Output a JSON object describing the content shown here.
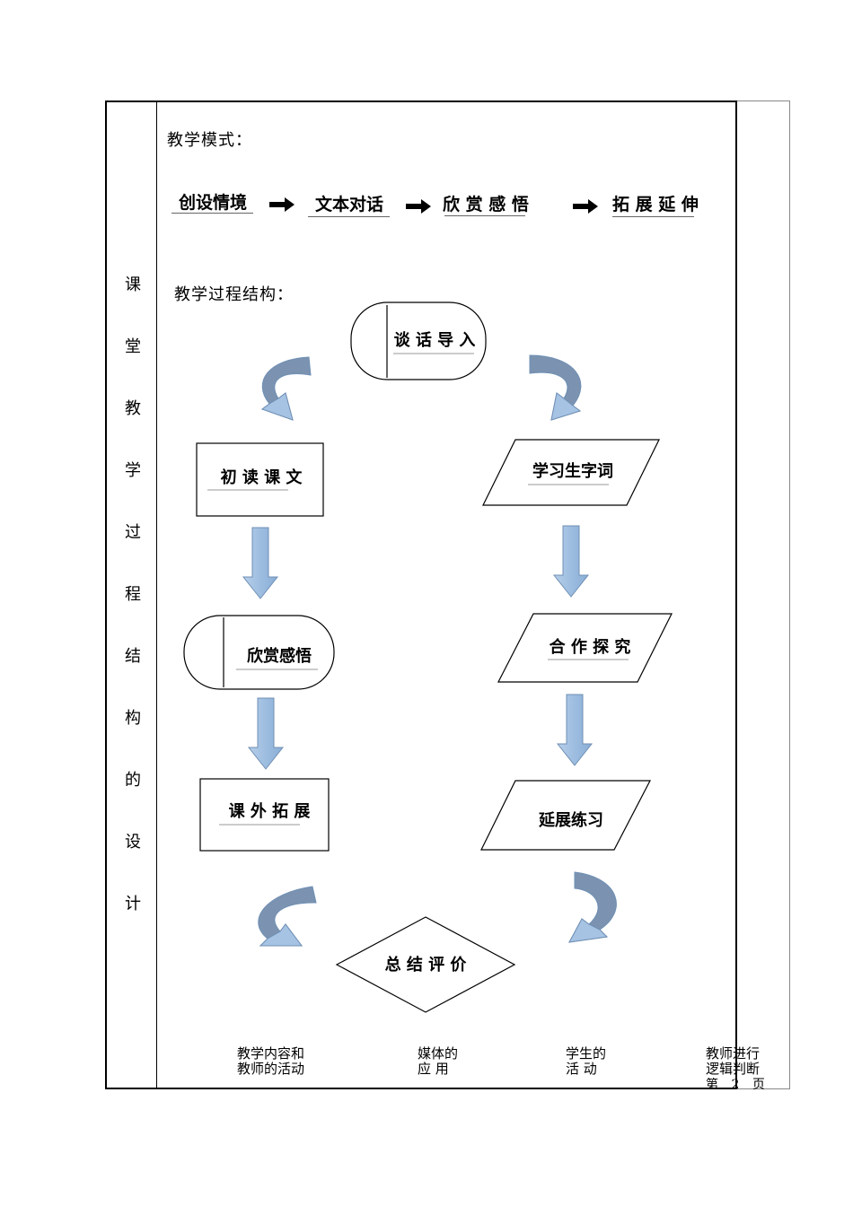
{
  "side_label": [
    "课",
    "堂",
    "教",
    "学",
    "过",
    "程",
    "结",
    "构",
    "的",
    "设",
    "计"
  ],
  "mode": {
    "heading": "教学模式：",
    "steps": [
      "创设情境",
      "文本对话",
      "欣 赏 感 悟",
      "拓 展 延 伸"
    ]
  },
  "process": {
    "heading": "教学过程结构：",
    "nodes": {
      "start": "谈 话 导 入",
      "left1": "初 读 课 文",
      "left2": "欣赏感悟",
      "left3": "课 外 拓 展",
      "right1": "学习生字词",
      "right2": "合 作 探 究",
      "right3": "延展练习",
      "end": "总 结 评 价"
    }
  },
  "footer": {
    "col1": [
      "教学内容和",
      "教师的活动"
    ],
    "col2": [
      "媒体的",
      "应 用"
    ],
    "col3": [
      "学生的",
      "活 动"
    ],
    "col4": [
      "教师进行",
      "逻辑判断"
    ],
    "page_prefix": "第",
    "page_number": "2",
    "page_suffix": "页"
  },
  "colors": {
    "arrow_fill": "#9dbde0",
    "arrow_stroke": "#6f8fb4",
    "curve_fill": "#7b93b0"
  }
}
